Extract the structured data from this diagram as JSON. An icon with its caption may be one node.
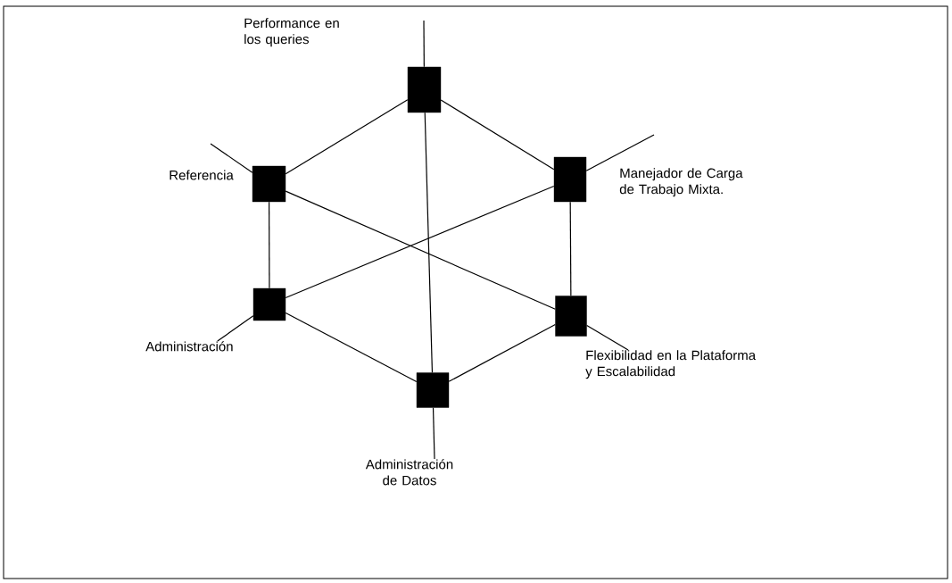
{
  "diagram": {
    "nodes": [
      {
        "text": [],
        "shape": "box"
      },
      {
        "text": [],
        "shape": "box"
      },
      {
        "text": [],
        "shape": "box"
      },
      {
        "text": [],
        "shape": "box"
      },
      {
        "text": [],
        "shape": "box"
      },
      {
        "text": [],
        "shape": "box"
      },
      {
        "text": [
          "Performance en los queries"
        ]
      },
      {
        "text": [
          "Referencia"
        ]
      },
      {
        "text": [
          "Manejador de Carga de Trabajo Mixta."
        ]
      },
      {
        "text": [
          "Administración"
        ]
      },
      {
        "text": [
          "Flexibilidad en la Plataforma y Escalabilidad"
        ]
      },
      {
        "text": [
          "Administración de Datos"
        ]
      }
    ],
    "edges": [
      {
        "from": 1,
        "to": 0,
        "arrow": "none"
      },
      {
        "from": 0,
        "to": 2,
        "arrow": "none"
      },
      {
        "from": 1,
        "to": 3,
        "arrow": "none"
      },
      {
        "from": 2,
        "to": 4,
        "arrow": "none"
      },
      {
        "from": 3,
        "to": 5,
        "arrow": "none"
      },
      {
        "from": 5,
        "to": 4,
        "arrow": "none"
      },
      {
        "from": 0,
        "to": 5,
        "arrow": "none"
      },
      {
        "from": 1,
        "to": 4,
        "arrow": "none"
      },
      {
        "from": 3,
        "to": 2,
        "arrow": "none"
      },
      {
        "from": null,
        "to": 0,
        "arrow": "none"
      },
      {
        "from": null,
        "to": 1,
        "arrow": "none"
      },
      {
        "from": null,
        "to": 2,
        "arrow": "none"
      },
      {
        "from": 9,
        "to": 3,
        "arrow": "none"
      },
      {
        "from": 10,
        "to": 4,
        "arrow": "none"
      },
      {
        "from": 11,
        "to": 5,
        "arrow": "none"
      }
    ]
  }
}
